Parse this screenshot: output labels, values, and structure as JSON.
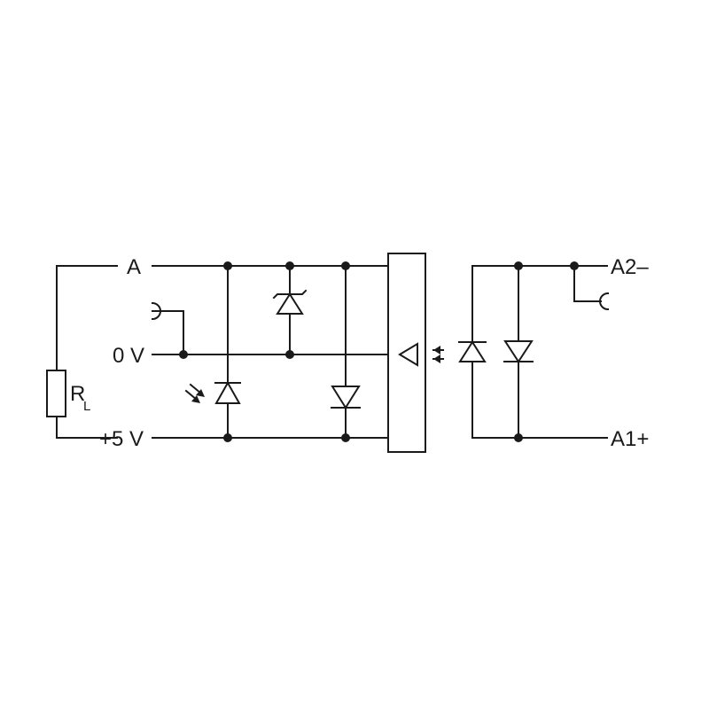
{
  "labels": {
    "a": "A",
    "zero_v": "0 V",
    "plus_5v": "+5 V",
    "rl_main": "R",
    "rl_sub": "L",
    "a2": "A2–",
    "a1": "A1+"
  },
  "colors": {
    "line": "#1a1a1a",
    "background": "#ffffff"
  }
}
